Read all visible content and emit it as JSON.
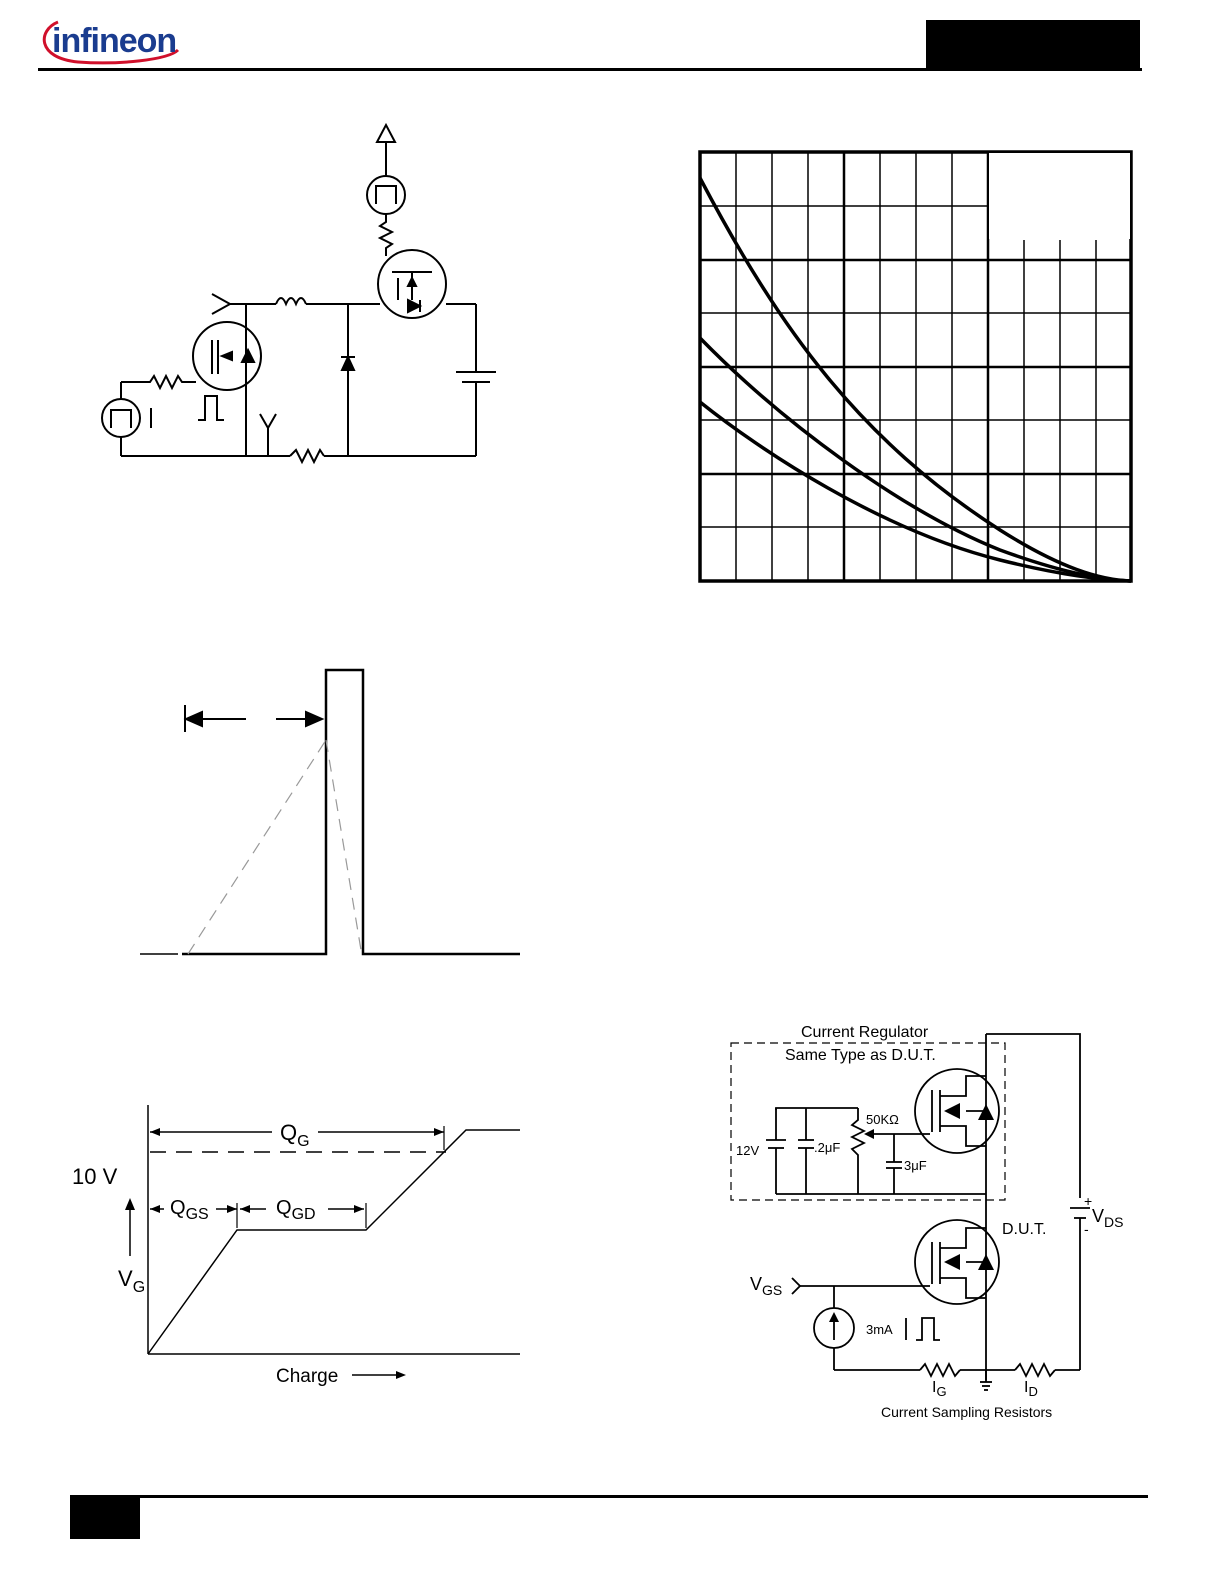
{
  "header": {
    "logo_text": "infineon",
    "brand_color": "#1a3c8f",
    "swoosh_color": "#d0102b"
  },
  "gate_charge_waveform": {
    "qg_label": "Q",
    "qg_sub": "G",
    "qgs_label": "Q",
    "qgs_sub": "GS",
    "qgd_label": "Q",
    "qgd_sub": "GD",
    "vgs_level_label": "10 V",
    "vg_label": "V",
    "vg_sub": "G",
    "x_axis_label": "Charge"
  },
  "gate_charge_test_circuit": {
    "regulator_title": "Current Regulator",
    "regulator_subtitle": "Same Type as D.U.T.",
    "resistor_value": "50KΩ",
    "voltage_value": "12V",
    "cap1_value": ".2μF",
    "cap2_value": "3μF",
    "dut_label": "D.U.T.",
    "vds_label": "V",
    "vds_sub": "DS",
    "vds_plus": "+",
    "vds_minus": "-",
    "vgs_label": "V",
    "vgs_sub": "GS",
    "current_value": "3mA",
    "ig_label": "I",
    "ig_sub": "G",
    "id_label": "I",
    "id_sub": "D",
    "sampling_label": "Current Sampling Resistors"
  }
}
